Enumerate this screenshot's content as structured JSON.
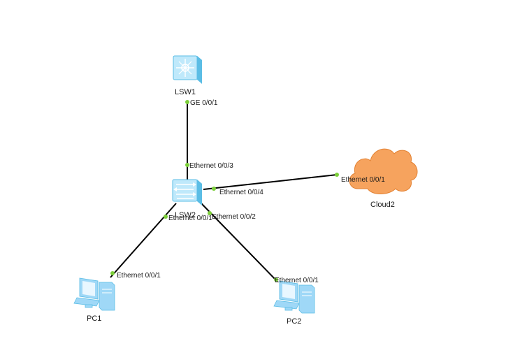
{
  "colors": {
    "link": "#000000",
    "port_dot": "#7ccf3a",
    "switch_fill": "#bfe9fb",
    "switch_edge": "#5bbde5",
    "pc_fill": "#9fd8f7",
    "cloud_fill": "#f6a35e",
    "cloud_edge": "#e38233"
  },
  "devices": {
    "lsw1": {
      "label": "LSW1",
      "icon": "core-switch-icon"
    },
    "lsw2": {
      "label": "LSW2",
      "icon": "switch-icon"
    },
    "pc1": {
      "label": "PC1",
      "icon": "pc-icon"
    },
    "pc2": {
      "label": "PC2",
      "icon": "pc-icon"
    },
    "cloud2": {
      "label": "Cloud2",
      "icon": "cloud-icon"
    }
  },
  "links": [
    {
      "from": "LSW1",
      "from_port": "GE 0/0/1",
      "to": "LSW2",
      "to_port": "Ethernet 0/0/3"
    },
    {
      "from": "LSW2",
      "from_port": "Ethernet 0/0/4",
      "to": "Cloud2",
      "to_port": "Ethernet 0/0/1"
    },
    {
      "from": "LSW2",
      "from_port": "Ethernet 0/0/1",
      "to": "PC1",
      "to_port": "Ethernet 0/0/1"
    },
    {
      "from": "LSW2",
      "from_port": "Ethernet 0/0/2",
      "to": "PC2",
      "to_port": "Ethernet 0/0/1"
    }
  ]
}
